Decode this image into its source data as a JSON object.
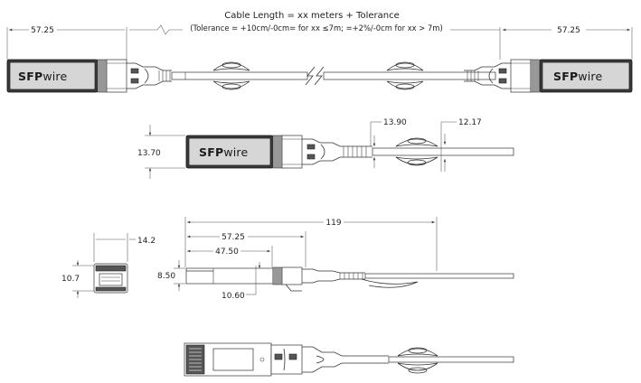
{
  "title": "Cable Length = xx meters + Tolerance",
  "tolerance": "(Tolerance = +10cm/-0cm= for xx ≤7m; =+2%/-0cm for xx > 7m)",
  "brand": {
    "prefix": "SFP",
    "suffix": "wire"
  },
  "top_view": {
    "left_length": "57.25",
    "right_length": "57.25"
  },
  "side_view": {
    "height": "13.70",
    "boot_width": "13.90",
    "cable_pitch": "12.17"
  },
  "length_view": {
    "overall": "119",
    "body_length": "57.25",
    "module_length": "47.50",
    "height": "8.50",
    "latch": "10.60"
  },
  "end_view": {
    "width": "14.2",
    "height": "10.7"
  }
}
